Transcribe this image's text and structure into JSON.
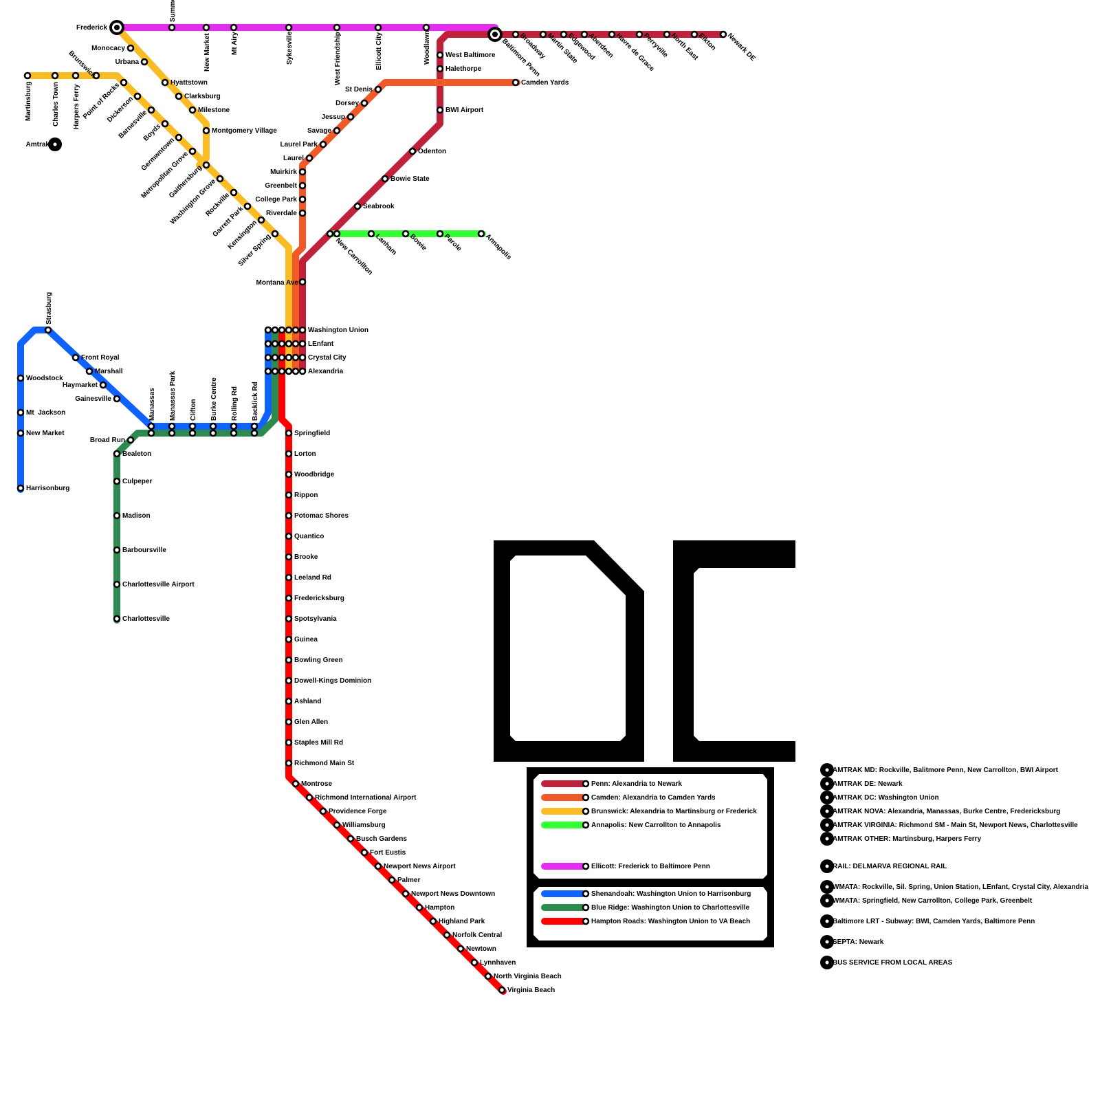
{
  "colors": {
    "penn": "#c1203b",
    "camden": "#f05a28",
    "brunswick": "#f9bc24",
    "annapolis": "#33ff33",
    "ellicott": "#e62bf1",
    "shenandoah": "#0f62fe",
    "blue_ridge": "#2d8a4e",
    "hampton_roads": "#ff0000",
    "frame": "#000000"
  },
  "logo_text": "DC",
  "legend": {
    "lines": [
      {
        "label": "Penn: Alexandria to Newark",
        "color_key": "penn"
      },
      {
        "label": "Camden: Alexandria to Camden Yards",
        "color_key": "camden"
      },
      {
        "label": "Brunswick: Alexandria to Martinsburg or Frederick",
        "color_key": "brunswick"
      },
      {
        "label": "Annapolis: New Carrollton to Annapolis",
        "color_key": "annapolis"
      },
      {
        "label": "Ellicott: Frederick to Baltimore Penn",
        "color_key": "ellicott"
      },
      {
        "label": "Shenandoah: Washington Union to Harrisonburg",
        "color_key": "shenandoah"
      },
      {
        "label": "Blue Ridge: Washington Union to Charlottesville",
        "color_key": "blue_ridge"
      },
      {
        "label": "Hampton Roads: Washington Union to VA Beach",
        "color_key": "hampton_roads"
      }
    ],
    "transfers": [
      "AMTRAK MD: Rockville, Balitmore Penn, New Carrollton, BWI Airport",
      "AMTRAK DE: Newark",
      "AMTRAK DC: Washington Union",
      "AMTRAK NOVA: Alexandria, Manassas, Burke Centre, Fredericksburg",
      "AMTRAK VIRGINIA: Richmond SM - Main St, Newport News, Charlottesville",
      "AMTRAK OTHER: Martinsburg, Harpers Ferry",
      "RAIL: DELMARVA REGIONAL RAIL",
      "WMATA: Rockville, Sil. Spring, Union Station, LEnfant, Crystal City, Alexandria",
      "WMATA: Springfield, New Carrollton, College Park, Greenbelt",
      "Baltimore LRT - Subway: BWI, Camden Yards, Baltimore Penn",
      "SEPTA: Newark",
      "BUS SERVICE FROM LOCAL AREAS"
    ]
  },
  "stations": {
    "frederick": "Frederick",
    "summerfield": "Summerfield",
    "new_market_md": "New Market",
    "mt_airy": "Mt Airy",
    "sykesville": "Sykesville",
    "west_friendship": "West Friendship",
    "ellicott_city": "Ellicott City",
    "woodlawn": "Woodlawn",
    "baltimore_penn": "Baltimore Penn",
    "broadway": "Broadway",
    "martin_state": "Martin State",
    "edgewood": "Edgewood",
    "aberdeen": "Aberdeen",
    "havre_de_grace": "Havre de Grace",
    "perryville": "Perryville",
    "north_east": "North East",
    "elkton": "Elkton",
    "newark_de": "Newark DE",
    "west_baltimore": "West Baltimore",
    "halethorpe": "Halethorpe",
    "bwi_airport": "BWI Airport",
    "odenton": "Odenton",
    "bowie_state": "Bowie State",
    "seabrook": "Seabrook",
    "new_carrollton": "New Carrollton",
    "lanham": "Lanham",
    "bowie": "Bowie",
    "parole": "Parole",
    "annapolis": "Annapolis",
    "montana_ave": "Montana Ave",
    "camden_yards": "Camden Yards",
    "st_denis": "St Denis",
    "dorsey": "Dorsey",
    "jessup": "Jessup",
    "savage": "Savage",
    "laurel_park": "Laurel Park",
    "laurel": "Laurel",
    "muirkirk": "Muirkirk",
    "greenbelt": "Greenbelt",
    "college_park": "College Park",
    "riverdale": "Riverdale",
    "monocacy": "Monocacy",
    "urbana": "Urbana",
    "hyattstown": "Hyattstown",
    "clarksburg": "Clarksburg",
    "milestone": "Milestone",
    "montgomery_village": "Montgomery Village",
    "martinsburg": "Martinsburg",
    "charles_town": "Charles Town",
    "harpers_ferry": "Harpers Ferry",
    "brunswick": "Brunswick",
    "point_of_rocks": "Point of Rocks",
    "dickerson": "Dickerson",
    "barnesville": "Barnesville",
    "boyds": "Boyds",
    "germantown": "Germwntown",
    "metropolitan_grove": "Metropolitan Grove",
    "gaithersburg": "Gaithersburg",
    "washington_grove": "Washington Grove",
    "rockville": "Rockville",
    "garrett_park": "Garrett Park",
    "kensington": "Kensington",
    "silver_spring": "Silver Spring",
    "amtrak": "Amtrak",
    "washington_union": "Washington Union",
    "lenfant": "LEnfant",
    "crystal_city": "Crystal City",
    "alexandria": "Alexandria",
    "strasburg": "Strasburg",
    "woodstock": "Woodstock",
    "mt_jackson": "Mt  Jackson",
    "new_market_va": "New Market",
    "harrisonburg": "Harrisonburg",
    "front_royal": "Front Royal",
    "marshall": "Marshall",
    "haymarket": "Haymarket",
    "gainesville": "Gainesville",
    "manassas": "Manassas",
    "manassas_park": "Manassas Park",
    "clifton": "Clifton",
    "burke_centre": "Burke Centre",
    "rolling_rd": "Rolling Rd",
    "backlick_rd": "Backlick Rd",
    "broad_run": "Broad Run",
    "bealeton": "Bealeton",
    "culpeper": "Culpeper",
    "madison": "Madison",
    "barboursville": "Barboursville",
    "charlottesville_airport": "Charlottesville Airport",
    "charlottesville": "Charlottesville",
    "springfield": "Springfield",
    "lorton": "Lorton",
    "woodbridge": "Woodbridge",
    "rippon": "Rippon",
    "potomac_shores": "Potomac Shores",
    "quantico": "Quantico",
    "brooke": "Brooke",
    "leeland_rd": "Leeland Rd",
    "fredericksburg": "Fredericksburg",
    "spotsylvania": "Spotsylvania",
    "guinea": "Guinea",
    "bowling_green": "Bowling Green",
    "dowell_kings_dominion": "Dowell-Kings Dominion",
    "ashland": "Ashland",
    "glen_allen": "Glen Allen",
    "staples_mill_rd": "Staples Mill Rd",
    "richmond_main_st": "Richmond Main St",
    "montrose": "Montrose",
    "richmond_international_airport": "Richmond International Airport",
    "providence_forge": "Providence Forge",
    "williamsburg": "Williamsburg",
    "busch_gardens": "Busch Gardens",
    "fort_eustis": "Fort Eustis",
    "newport_news_airport": "Newport News Airport",
    "palmer": "Palmer",
    "newport_news_downtown": "Newport News Downtown",
    "hampton": "Hampton",
    "highland_park": "Highland Park",
    "norfolk_central": "Norfolk Central",
    "newtown": "Newtown",
    "lynnhaven": "Lynnhaven",
    "north_virginia_beach": "North Virginia Beach",
    "virginia_beach": "Virginia Beach"
  }
}
